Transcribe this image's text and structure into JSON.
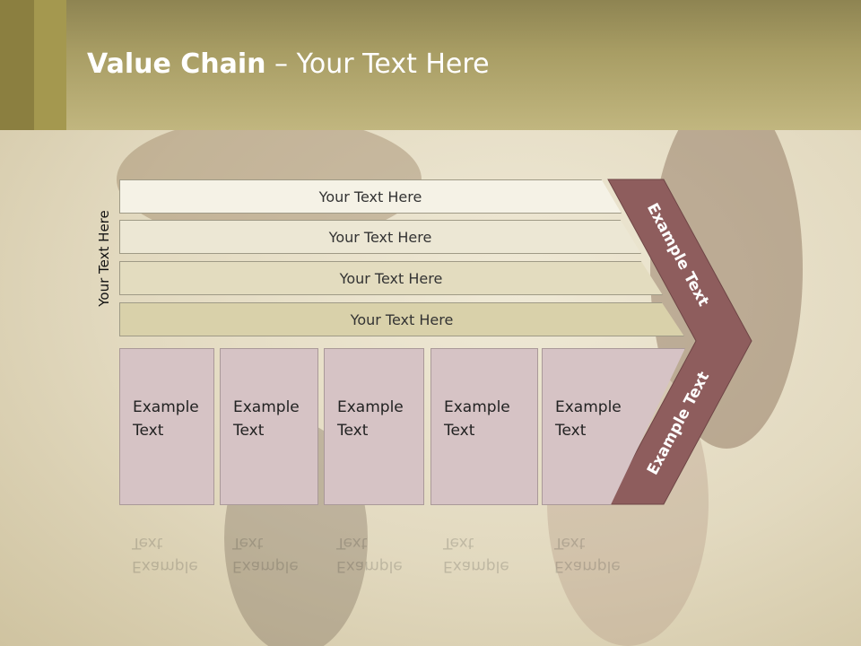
{
  "slide": {
    "title_bold": "Value Chain",
    "title_rest": " – Your Text Here",
    "side_label": "Your Text Here",
    "bands": [
      {
        "label": "Your Text Here"
      },
      {
        "label": "Your Text Here"
      },
      {
        "label": "Your Text Here"
      },
      {
        "label": "Your Text Here"
      }
    ],
    "cells": [
      {
        "line1": "Example",
        "line2": "Text"
      },
      {
        "line1": "Example",
        "line2": "Text"
      },
      {
        "line1": "Example",
        "line2": "Text"
      },
      {
        "line1": "Example",
        "line2": "Text"
      },
      {
        "line1": "Example",
        "line2": "Text"
      }
    ],
    "chevron_top": "Example Text",
    "chevron_bottom": "Example Text",
    "colors": {
      "header": "#a89d64",
      "chevron": "#8e5d5d",
      "cell": "#d6c3c5",
      "band_light": "#f2eee0",
      "band_dark": "#d9d2ad"
    }
  }
}
